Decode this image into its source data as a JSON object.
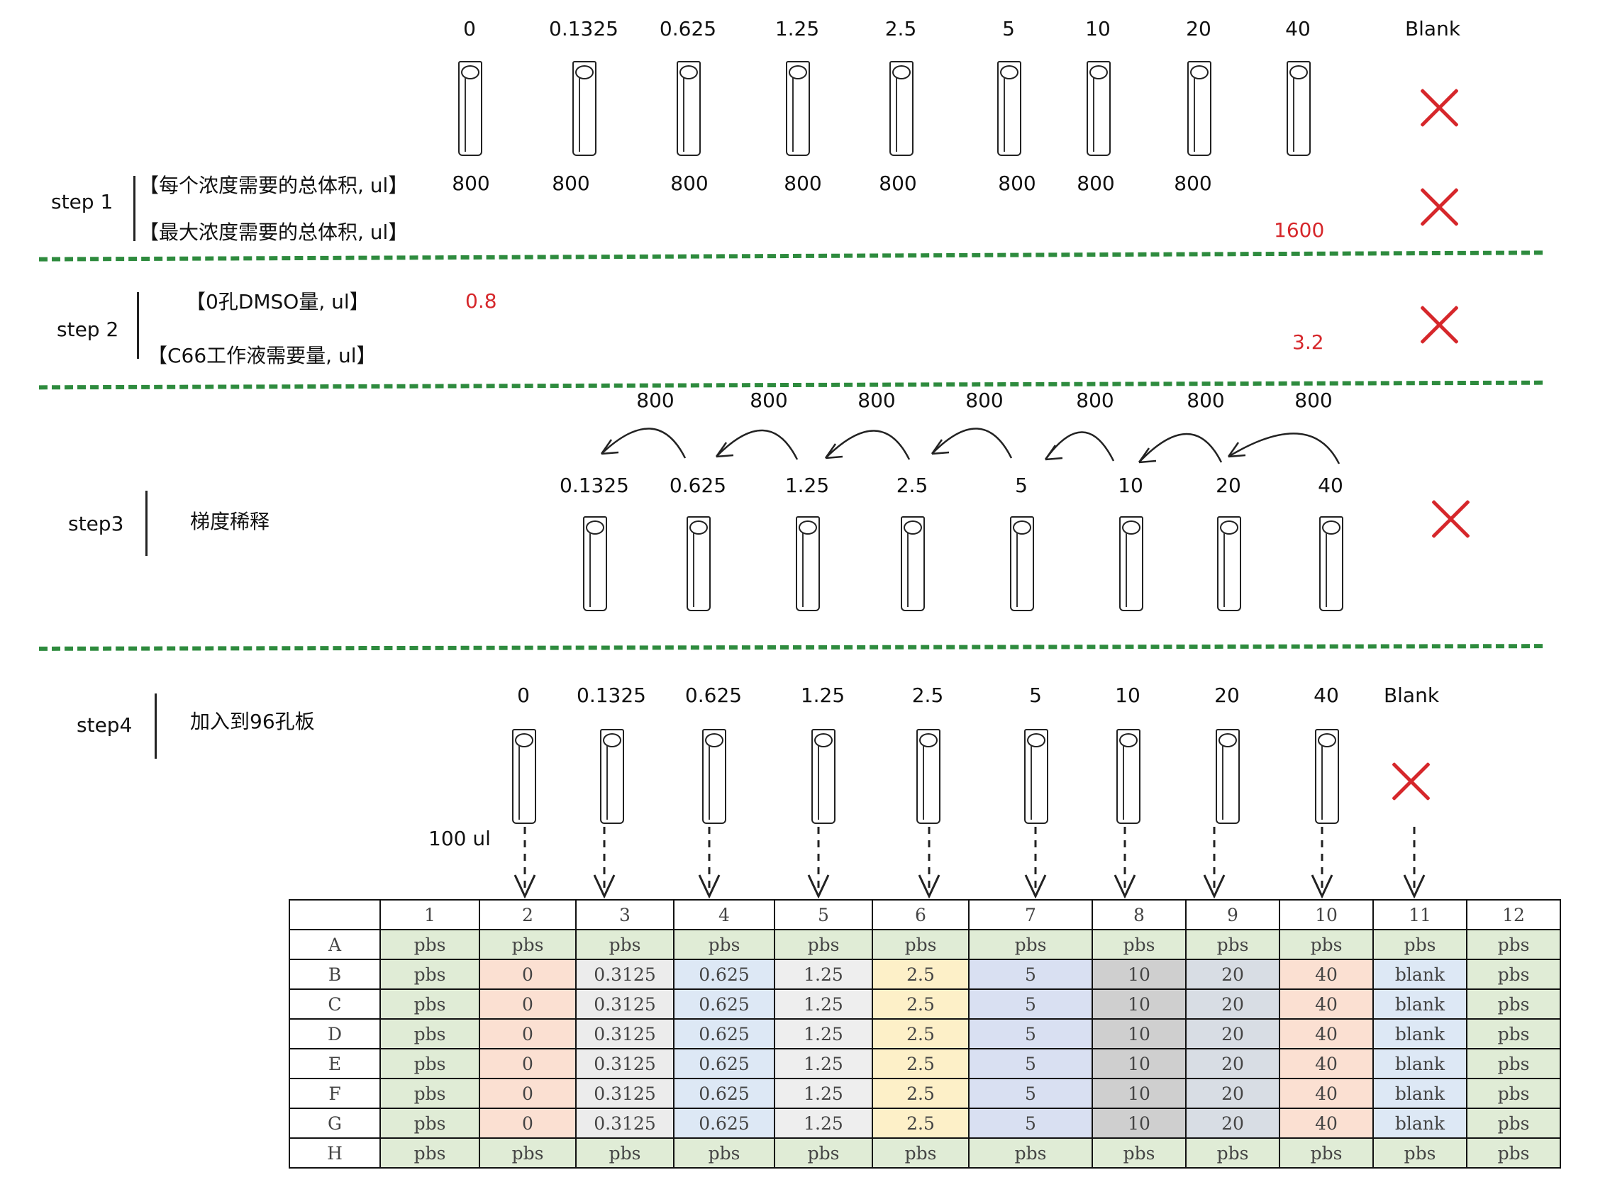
{
  "step1": {
    "label": "step 1",
    "concentrations": [
      "0",
      "0.1325",
      "0.625",
      "1.25",
      "2.5",
      "5",
      "10",
      "20",
      "40",
      "Blank"
    ],
    "row1_label": "【每个浓度需要的总体积, ul】",
    "row1_values": [
      "800",
      "800",
      "800",
      "800",
      "800",
      "800",
      "800",
      "800"
    ],
    "row2_label": "【最大浓度需要的总体积, ul】",
    "row2_value": "1600"
  },
  "step2": {
    "label": "step 2",
    "row1_label": "【0孔DMSO量, ul】",
    "row1_value": "0.8",
    "row2_label": "【C66工作液需要量, ul】",
    "row2_value": "3.2"
  },
  "step3": {
    "label": "step3",
    "title": "梯度稀释",
    "transfer_volumes": [
      "800",
      "800",
      "800",
      "800",
      "800",
      "800",
      "800"
    ],
    "concentrations": [
      "0.1325",
      "0.625",
      "1.25",
      "2.5",
      "5",
      "10",
      "20",
      "40"
    ]
  },
  "step4": {
    "label": "step4",
    "title": "加入到96孔板",
    "concentrations": [
      "0",
      "0.1325",
      "0.625",
      "1.25",
      "2.5",
      "5",
      "10",
      "20",
      "40",
      "Blank"
    ],
    "volume": "100 ul"
  },
  "plate": {
    "columns": [
      "",
      "1",
      "2",
      "3",
      "4",
      "5",
      "6",
      "7",
      "8",
      "9",
      "10",
      "11",
      "12"
    ],
    "rows": [
      [
        "A",
        "pbs",
        "pbs",
        "pbs",
        "pbs",
        "pbs",
        "pbs",
        "pbs",
        "pbs",
        "pbs",
        "pbs",
        "pbs",
        "pbs"
      ],
      [
        "B",
        "pbs",
        "0",
        "0.3125",
        "0.625",
        "1.25",
        "2.5",
        "5",
        "10",
        "20",
        "40",
        "blank",
        "pbs"
      ],
      [
        "C",
        "pbs",
        "0",
        "0.3125",
        "0.625",
        "1.25",
        "2.5",
        "5",
        "10",
        "20",
        "40",
        "blank",
        "pbs"
      ],
      [
        "D",
        "pbs",
        "0",
        "0.3125",
        "0.625",
        "1.25",
        "2.5",
        "5",
        "10",
        "20",
        "40",
        "blank",
        "pbs"
      ],
      [
        "E",
        "pbs",
        "0",
        "0.3125",
        "0.625",
        "1.25",
        "2.5",
        "5",
        "10",
        "20",
        "40",
        "blank",
        "pbs"
      ],
      [
        "F",
        "pbs",
        "0",
        "0.3125",
        "0.625",
        "1.25",
        "2.5",
        "5",
        "10",
        "20",
        "40",
        "blank",
        "pbs"
      ],
      [
        "G",
        "pbs",
        "0",
        "0.3125",
        "0.625",
        "1.25",
        "2.5",
        "5",
        "10",
        "20",
        "40",
        "blank",
        "pbs"
      ],
      [
        "H",
        "pbs",
        "pbs",
        "pbs",
        "pbs",
        "pbs",
        "pbs",
        "pbs",
        "pbs",
        "pbs",
        "pbs",
        "pbs",
        "pbs"
      ]
    ]
  },
  "colors": {
    "divider": "#2e8b3e",
    "mark": "#d6272b"
  }
}
